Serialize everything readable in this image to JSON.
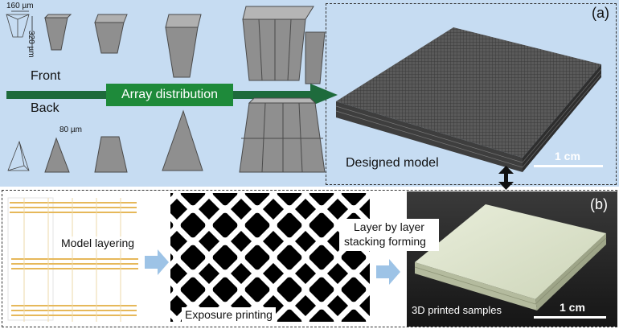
{
  "labels": {
    "panel_a": "(a)",
    "panel_b": "(b)",
    "dim_160": "160 µm",
    "dim_320": "320 µm",
    "dim_80": "80 µm",
    "front": "Front",
    "back": "Back",
    "array_distribution": "Array distribution",
    "designed_model": "Designed model",
    "scale_top": "1 cm",
    "model_layering": "Model layering",
    "exposure_printing": "Exposure printing",
    "layer_by_layer_1": "Layer by layer",
    "layer_by_layer_2": "stacking forming",
    "printed_samples": "3D printed samples",
    "scale_bottom": "1 cm"
  },
  "colors": {
    "top_background": "#c6dcf2",
    "arrow_green": "#1e6b3c",
    "label_green": "#1e8a3a",
    "flow_arrow_blue": "#9dc3e6",
    "unit_gray": "#8f8f8f",
    "sample_color": "#dfe6cf"
  }
}
